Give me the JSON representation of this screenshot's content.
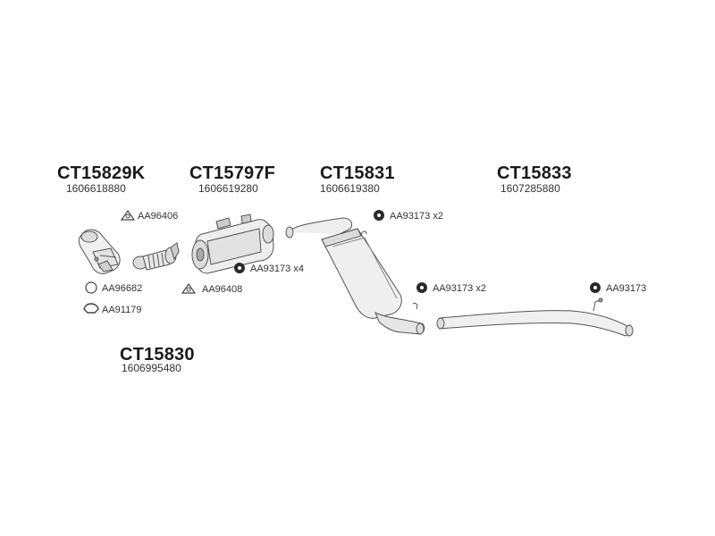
{
  "groups": [
    {
      "code": "CT15829K",
      "oem": "1606618880"
    },
    {
      "code": "CT15797F",
      "oem": "1606619280"
    },
    {
      "code": "CT15831",
      "oem": "1606619380"
    },
    {
      "code": "CT15833",
      "oem": "1607285880"
    },
    {
      "code": "CT15830",
      "oem": "1606995480"
    }
  ],
  "parts": {
    "gasket_tri_1": "AA96406",
    "gasket_tri_2": "AA96408",
    "ring": "AA96682",
    "clamp": "AA91179",
    "hanger_x4": "AA93173 x4",
    "hanger_x2_top": "AA93173 x2",
    "hanger_x2_mid": "AA93173 x2",
    "hanger_single": "AA93173"
  },
  "colors": {
    "line": "#555555",
    "fill": "#f2f2f2",
    "shade": "#cfcfcf",
    "dark": "#2a2a2a"
  }
}
